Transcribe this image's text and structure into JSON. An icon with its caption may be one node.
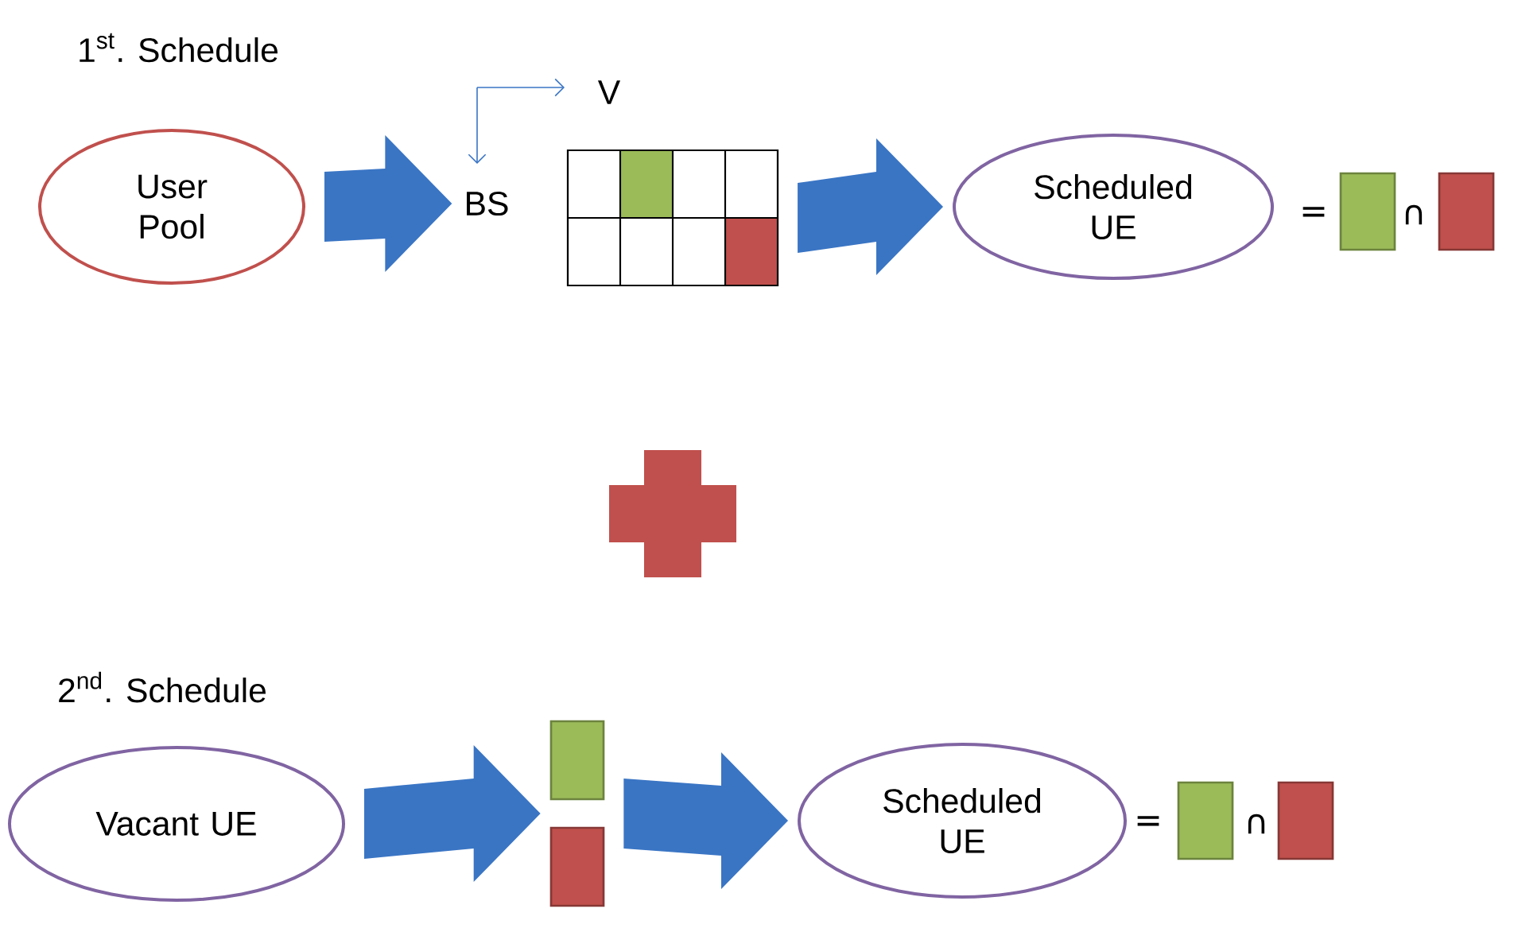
{
  "diagram": {
    "nodes": [
      {
        "text": [
          "User Pool"
        ]
      },
      {
        "text": [
          "BS"
        ]
      },
      {
        "text": [],
        "shape": "grid"
      },
      {
        "text": [
          "Scheduled UE"
        ]
      },
      {
        "text": [
          "Vacant UE"
        ]
      },
      {
        "text": [],
        "shape": "box"
      },
      {
        "text": [],
        "shape": "box"
      },
      {
        "text": [
          "Scheduled UE"
        ]
      },
      {
        "text": [],
        "shape": "box"
      },
      {
        "text": [],
        "shape": "box"
      },
      {
        "text": [],
        "shape": "cross"
      },
      {
        "text": [],
        "shape": "box"
      },
      {
        "text": [],
        "shape": "box"
      }
    ],
    "edges": [
      {
        "from": 0,
        "to": 1,
        "arrow": "to"
      },
      {
        "from": 2,
        "to": 3,
        "arrow": "to"
      },
      {
        "from": 4,
        "to": 5,
        "arrow": "to"
      },
      {
        "from": 4,
        "to": 6,
        "arrow": "to"
      },
      {
        "from": 5,
        "to": 7,
        "arrow": "to"
      },
      {
        "from": 6,
        "to": 7,
        "arrow": "to"
      }
    ],
    "labels": [
      "1$^{st}$. Schedule",
      "V",
      "=",
      "∩",
      "2$^{nd}$. Schedule",
      "=",
      "∩"
    ]
  }
}
